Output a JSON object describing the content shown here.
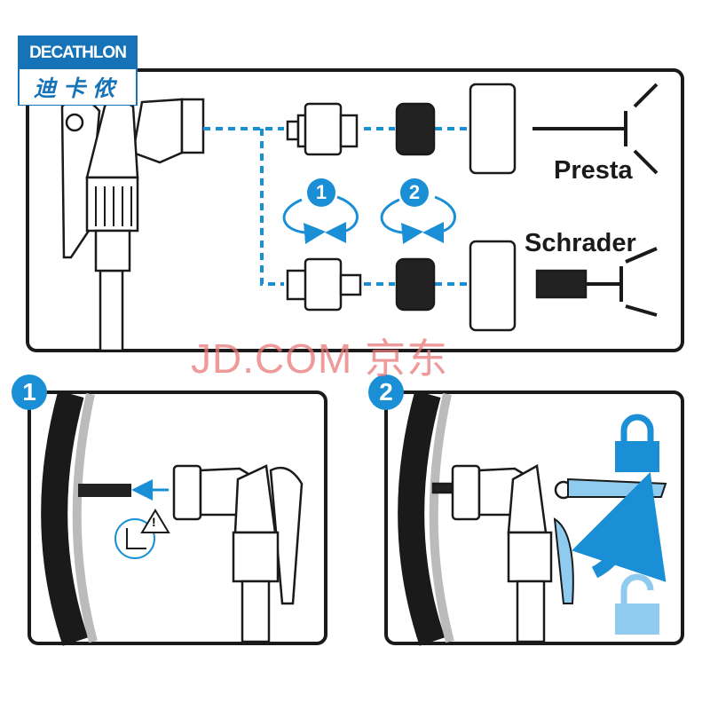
{
  "brand": {
    "name": "DECATHLON",
    "name_cn": "迪卡侬"
  },
  "top_panel": {
    "valve_labels": {
      "presta": "Presta",
      "schrader": "Schrader"
    },
    "steps": [
      "1",
      "2"
    ]
  },
  "bottom_panels": [
    {
      "step": "1",
      "warning_symbol": "!"
    },
    {
      "step": "2"
    }
  ],
  "watermark": "JD.COM 京东",
  "colors": {
    "accent": "#1a8fd6",
    "accent_light": "#8fcbee",
    "outline": "#1a1a1a",
    "watermark": "#e87878"
  }
}
